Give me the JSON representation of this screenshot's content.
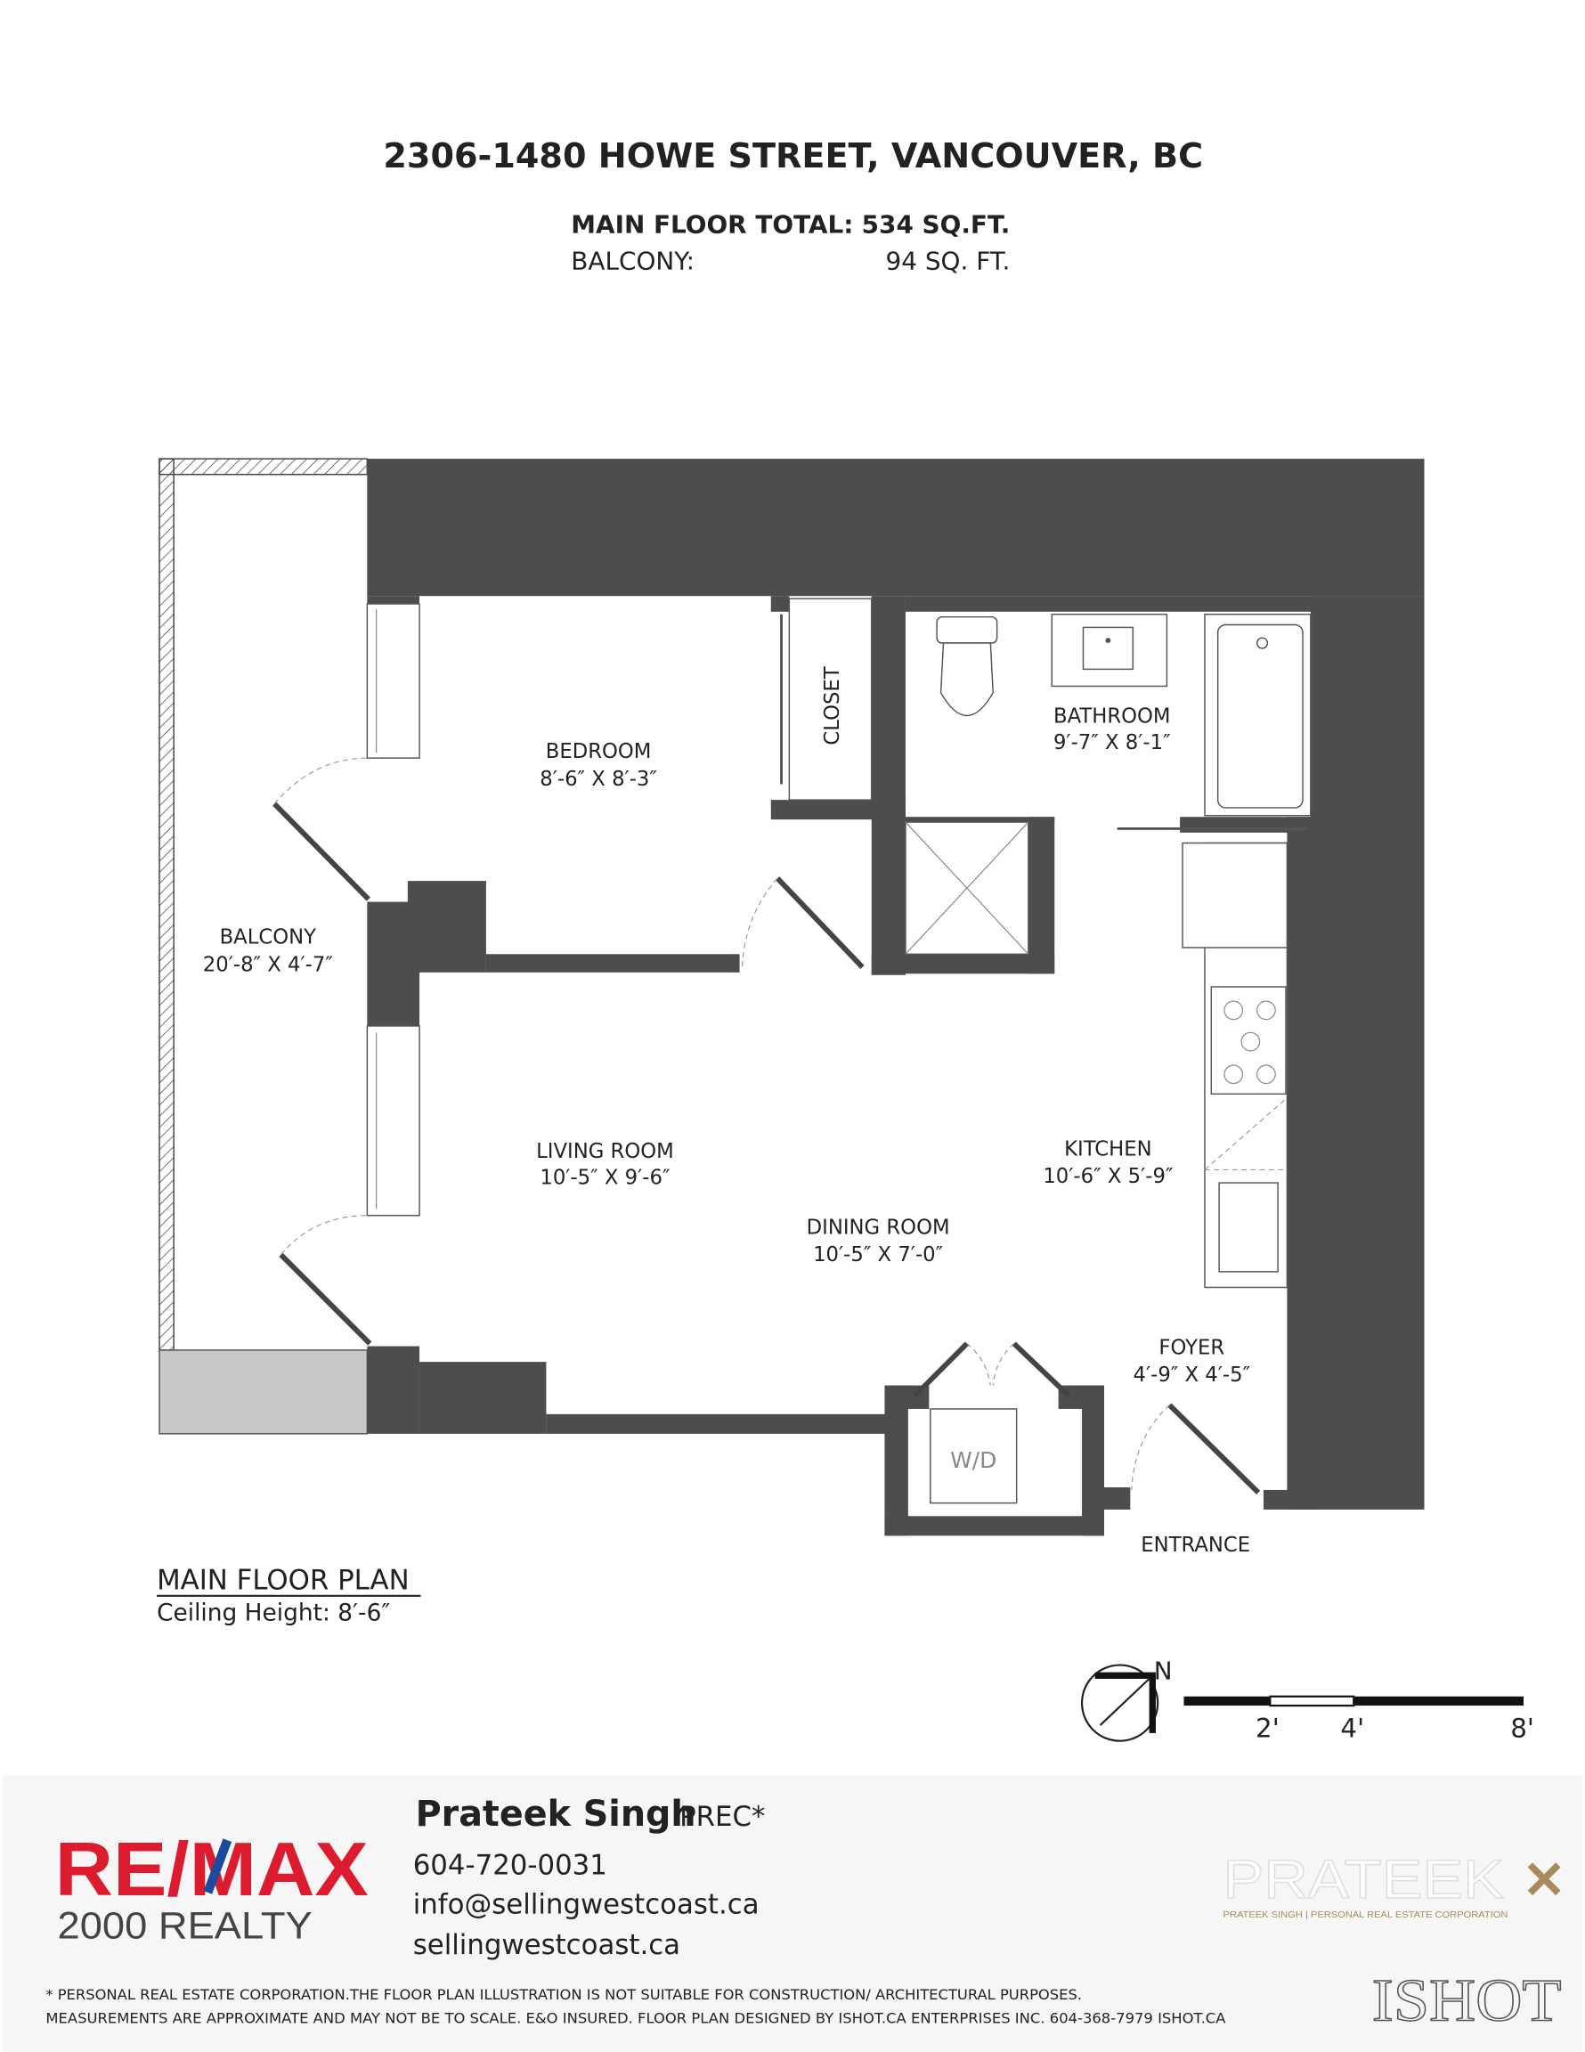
{
  "header": {
    "address": "2306-1480 HOWE STREET, VANCOUVER, BC",
    "main_floor_label": "MAIN FLOOR TOTAL:",
    "main_floor_value": "534 SQ.FT.",
    "balcony_label": "BALCONY:",
    "balcony_value": "94 SQ. FT."
  },
  "rooms": {
    "bedroom": {
      "name": "BEDROOM",
      "size": "8′-6″ X 8′-3″"
    },
    "closet": {
      "name": "CLOSET"
    },
    "bathroom": {
      "name": "BATHROOM",
      "size": "9′-7″ X 8′-1″"
    },
    "balcony": {
      "name": "BALCONY",
      "size": "20′-8″ X 4′-7″"
    },
    "living": {
      "name": "LIVING ROOM",
      "size": "10′-5″ X 9′-6″"
    },
    "kitchen": {
      "name": "KITCHEN",
      "size": "10′-6″ X 5′-9″"
    },
    "dining": {
      "name": "DINING ROOM",
      "size": "10′-5″ X 7′-0″"
    },
    "foyer": {
      "name": "FOYER",
      "size": "4′-9″ X 4′-5″"
    },
    "wd": {
      "name": "W/D"
    },
    "entrance": {
      "name": "ENTRANCE"
    }
  },
  "plan": {
    "title": "MAIN FLOOR PLAN",
    "ceiling": "Ceiling Height: 8′-6″"
  },
  "compass": {
    "north": "N"
  },
  "scale": {
    "labels": [
      "2'",
      "4'",
      "8'"
    ]
  },
  "footer": {
    "brand": "RE/MAX",
    "brand_sub": "2000 REALTY",
    "agent_name": "Prateek Singh",
    "agent_suffix": "PREC*",
    "phone": "604-720-0031",
    "email": "info@sellingwestcoast.ca",
    "website": "sellingwestcoast.ca",
    "logo_text": "PRATEEK",
    "logo_sub": "PRATEEK SINGH | PERSONAL REAL ESTATE CORPORATION",
    "ishot_logo": "ISHOT",
    "disclaimer_1": "* PERSONAL REAL ESTATE CORPORATION.THE FLOOR PLAN ILLUSTRATION IS NOT SUITABLE FOR CONSTRUCTION/ ARCHITECTURAL PURPOSES.",
    "disclaimer_2": "MEASUREMENTS ARE APPROXIMATE AND MAY NOT BE TO SCALE. E&O INSURED. FLOOR PLAN DESIGNED BY ISHOT.CA ENTERPRISES INC. 604-368-7979  ISHOT.CA"
  },
  "colors": {
    "wall": "#4d4d4d",
    "remax_red": "#dc1c2e",
    "remax_blue": "#1a4b9c",
    "gold": "#a98a5c"
  }
}
